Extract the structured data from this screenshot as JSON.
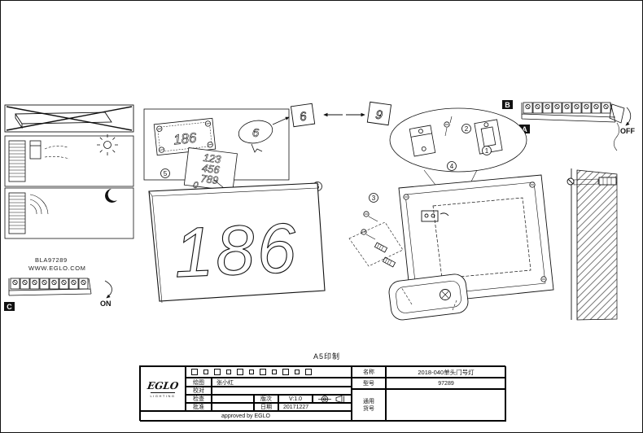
{
  "page": {
    "print_note": "A5印制"
  },
  "labels": {
    "bla_code": "BLA97289",
    "website": "WWW.EGLO.COM",
    "on": "ON",
    "off": "OFF",
    "section_a": "A",
    "section_b": "B",
    "section_c": "C"
  },
  "plate": {
    "big_number": "186",
    "inset_number": "186",
    "magnified_digit": "6",
    "flip_digit_left": "6",
    "flip_digit_right": "9",
    "sticker_rows": [
      "123",
      "456",
      "789",
      "0"
    ]
  },
  "steps": {
    "s1": "1",
    "s2": "2",
    "s3": "3",
    "s4": "4",
    "s5": "5",
    "s6": "6"
  },
  "titleblock": {
    "logo": {
      "brand": "EGLO",
      "sub": "LIGHTING"
    },
    "rows": {
      "draw_label": "绘图",
      "draw_value": "张小红",
      "proof_label": "校对",
      "inspect_label": "检查",
      "approve_label": "批准",
      "version_label": "版次",
      "version_value": "V:1.0",
      "date_label": "日期",
      "date_value": "20171227"
    },
    "right": {
      "name_label": "名称",
      "name_value": "2018-040单头门号灯",
      "model_label": "型号",
      "model_value": "97289",
      "common_label": "通用",
      "sku_label": "货号"
    },
    "approved_note": "approved by EGLO"
  }
}
